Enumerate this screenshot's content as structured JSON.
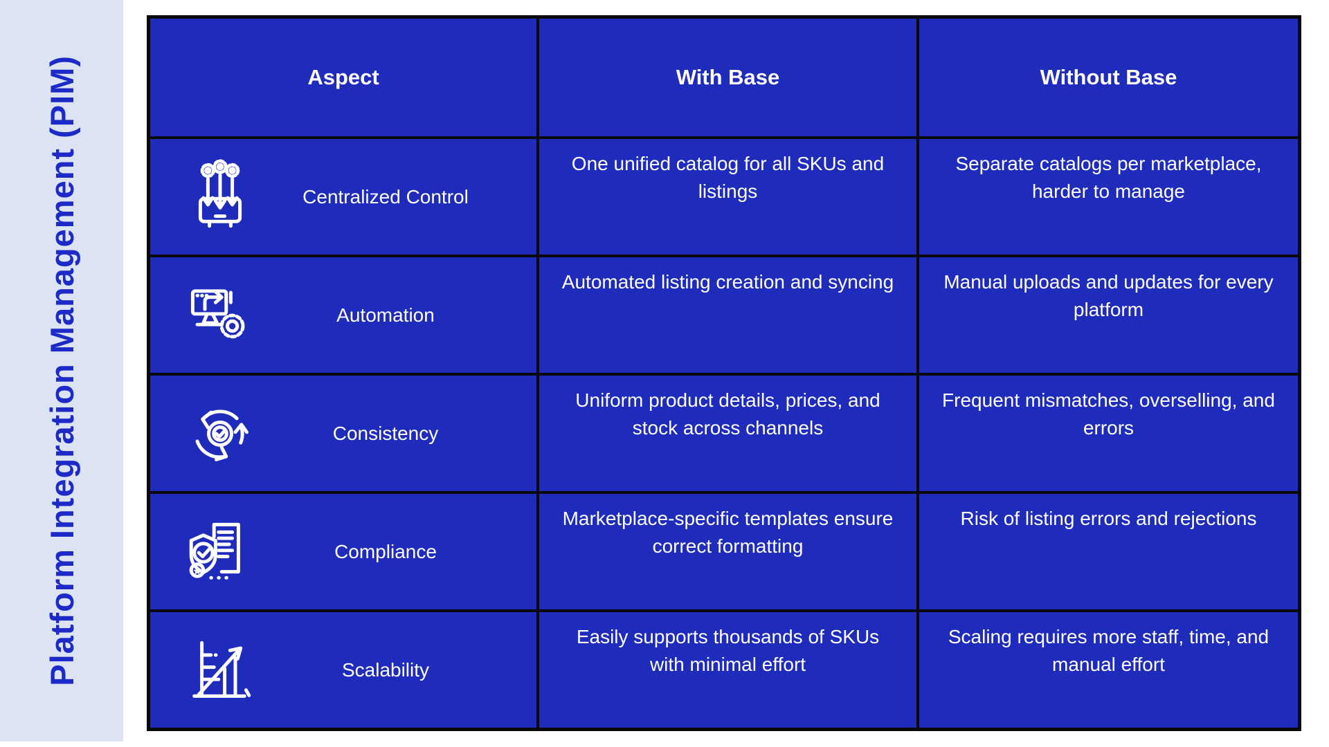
{
  "sidebar": {
    "title": "Platform Integration Management (PIM)"
  },
  "colors": {
    "cell_blue": "#1F2BBA",
    "border_black": "#0A0A0A",
    "sidebar_bg": "#DCE3F3",
    "sidebar_text": "#1E2AC8",
    "cell_text": "#FFFFFF"
  },
  "table": {
    "headers": [
      "Aspect",
      "With Base",
      "Without Base"
    ],
    "rows": [
      {
        "icon": "centralized-control-icon",
        "aspect": "Centralized Control",
        "with_base": "One unified catalog for all SKUs and listings",
        "without_base": "Separate catalogs per marketplace, harder to manage"
      },
      {
        "icon": "automation-icon",
        "aspect": "Automation",
        "with_base": "Automated listing creation and syncing",
        "without_base": "Manual uploads and updates for every platform"
      },
      {
        "icon": "consistency-icon",
        "aspect": "Consistency",
        "with_base": "Uniform product details, prices, and stock across channels",
        "without_base": "Frequent mismatches, overselling, and errors"
      },
      {
        "icon": "compliance-icon",
        "aspect": "Compliance",
        "with_base": "Marketplace-specific templates ensure correct formatting",
        "without_base": "Risk of listing errors and rejections"
      },
      {
        "icon": "scalability-icon",
        "aspect": "Scalability",
        "with_base": "Easily supports thousands of SKUs with minimal effort",
        "without_base": "Scaling requires more staff, time, and manual effort"
      }
    ]
  }
}
